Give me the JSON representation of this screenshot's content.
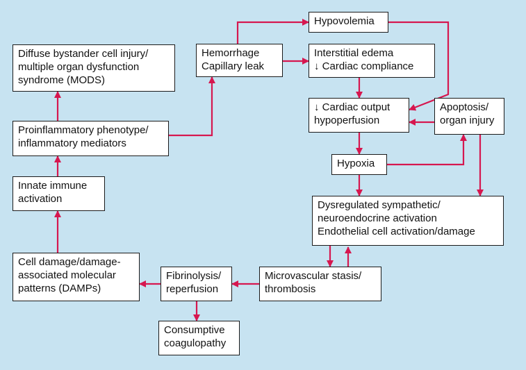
{
  "colors": {
    "background": "#c7e3f1",
    "arrow": "#d6174f",
    "box_border": "#1a1a1a"
  },
  "nodes": {
    "mods": [
      "Diffuse bystander cell injury/",
      "multiple organ dysfunction",
      "syndrome (MODS)"
    ],
    "proinflammatory": [
      "Proinflammatory phenotype/",
      "inflammatory mediators"
    ],
    "innate": [
      "Innate immune",
      "activation"
    ],
    "damps": [
      "Cell damage/damage-",
      "associated molecular",
      "patterns (DAMPs)"
    ],
    "hemorrhage": [
      "Hemorrhage",
      "Capillary leak"
    ],
    "hypovolemia": [
      "Hypovolemia"
    ],
    "edema": [
      "Interstitial edema",
      "↓ Cardiac compliance"
    ],
    "cardiac_output": [
      "↓ Cardiac output",
      "hypoperfusion"
    ],
    "apoptosis": [
      "Apoptosis/",
      "organ injury"
    ],
    "hypoxia": [
      "Hypoxia"
    ],
    "dysregulated": [
      "Dysregulated sympathetic/",
      "neuroendocrine activation",
      "Endothelial cell activation/damage"
    ],
    "microvascular": [
      "Microvascular stasis/",
      "thrombosis"
    ],
    "fibrinolysis": [
      "Fibrinolysis/",
      "reperfusion"
    ],
    "coagulopathy": [
      "Consumptive",
      "coagulopathy"
    ]
  }
}
